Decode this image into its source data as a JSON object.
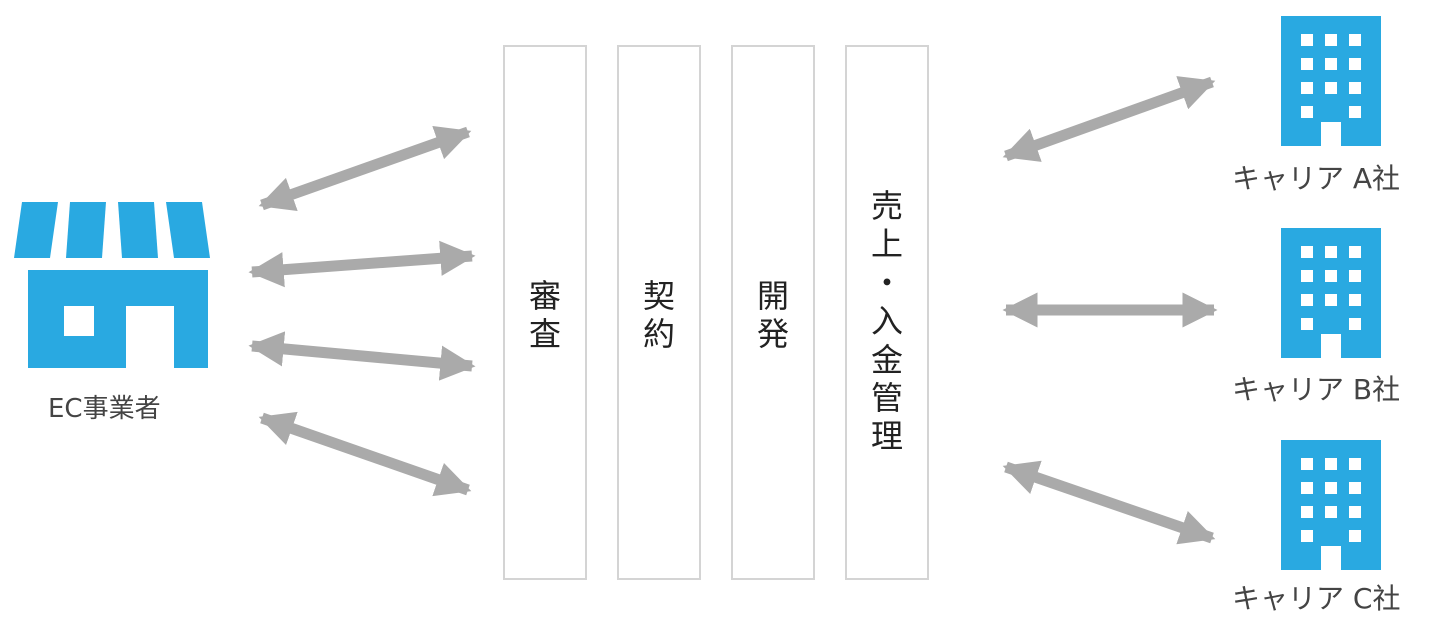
{
  "store": {
    "icon": "store-icon",
    "label": "EC事業者",
    "color": "#29a9e1"
  },
  "processes": [
    {
      "id": "review",
      "label": "審査"
    },
    {
      "id": "contract",
      "label": "契約"
    },
    {
      "id": "development",
      "label": "開発"
    },
    {
      "id": "revenue",
      "label": "売上・入金管理"
    }
  ],
  "carriers": [
    {
      "icon": "building-icon",
      "label": "キャリア A社"
    },
    {
      "icon": "building-icon",
      "label": "キャリア B社"
    },
    {
      "icon": "building-icon",
      "label": "キャリア C社"
    }
  ],
  "arrow_color": "#aaaaaa"
}
